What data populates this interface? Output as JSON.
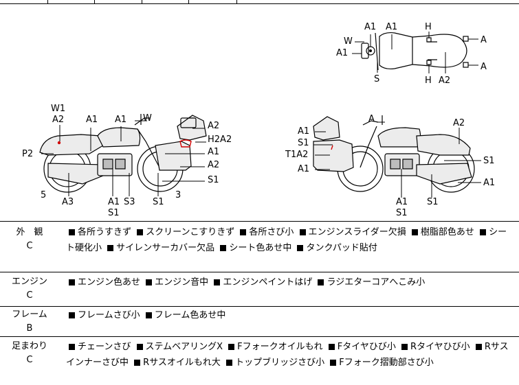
{
  "diagram": {
    "top_view_labels": [
      "A1",
      "A1",
      "H",
      "W",
      "A",
      "A1",
      "A",
      "S",
      "H",
      "A2"
    ],
    "left_view_labels": [
      "W1",
      "A2",
      "A1",
      "A1",
      "W",
      "A2",
      "H2A2",
      "P2",
      "A1",
      "A2",
      "S1",
      "5",
      "A3",
      "A1",
      "S1",
      "S3",
      "S1",
      "3"
    ],
    "right_view_labels": [
      "A",
      "A2",
      "A1",
      "S1",
      "T1A2",
      "A1",
      "S1",
      "A1",
      "A1",
      "S1",
      "S1"
    ]
  },
  "rows": [
    {
      "name": "外　観",
      "grade": "C",
      "items": [
        "各所うすきず",
        "スクリーンこすりきず",
        "各所さび小",
        "エンジンスライダー欠損",
        "樹脂部色あせ",
        "シート硬化小",
        "サイレンサーカバー欠品",
        "シート色あせ中",
        "タンクパッド貼付"
      ]
    },
    {
      "name": "エンジン",
      "grade": "C",
      "items": [
        "エンジン色あせ",
        "エンジン音中",
        "エンジンペイントはげ",
        "ラジエターコアへこみ小"
      ]
    },
    {
      "name": "フレーム",
      "grade": "B",
      "items": [
        "フレームさび小",
        "フレーム色あせ中"
      ]
    },
    {
      "name": "足まわり",
      "grade": "C",
      "items": [
        "チェーンさび",
        "ステムベアリングX",
        "Fフォークオイルもれ",
        "Fタイヤひび小",
        "Rタイヤひび小",
        "Rサスインナーさび中",
        "Rサスオイルもれ大",
        "トップブリッジさび小",
        "Fフォーク摺動部さび小"
      ]
    }
  ]
}
